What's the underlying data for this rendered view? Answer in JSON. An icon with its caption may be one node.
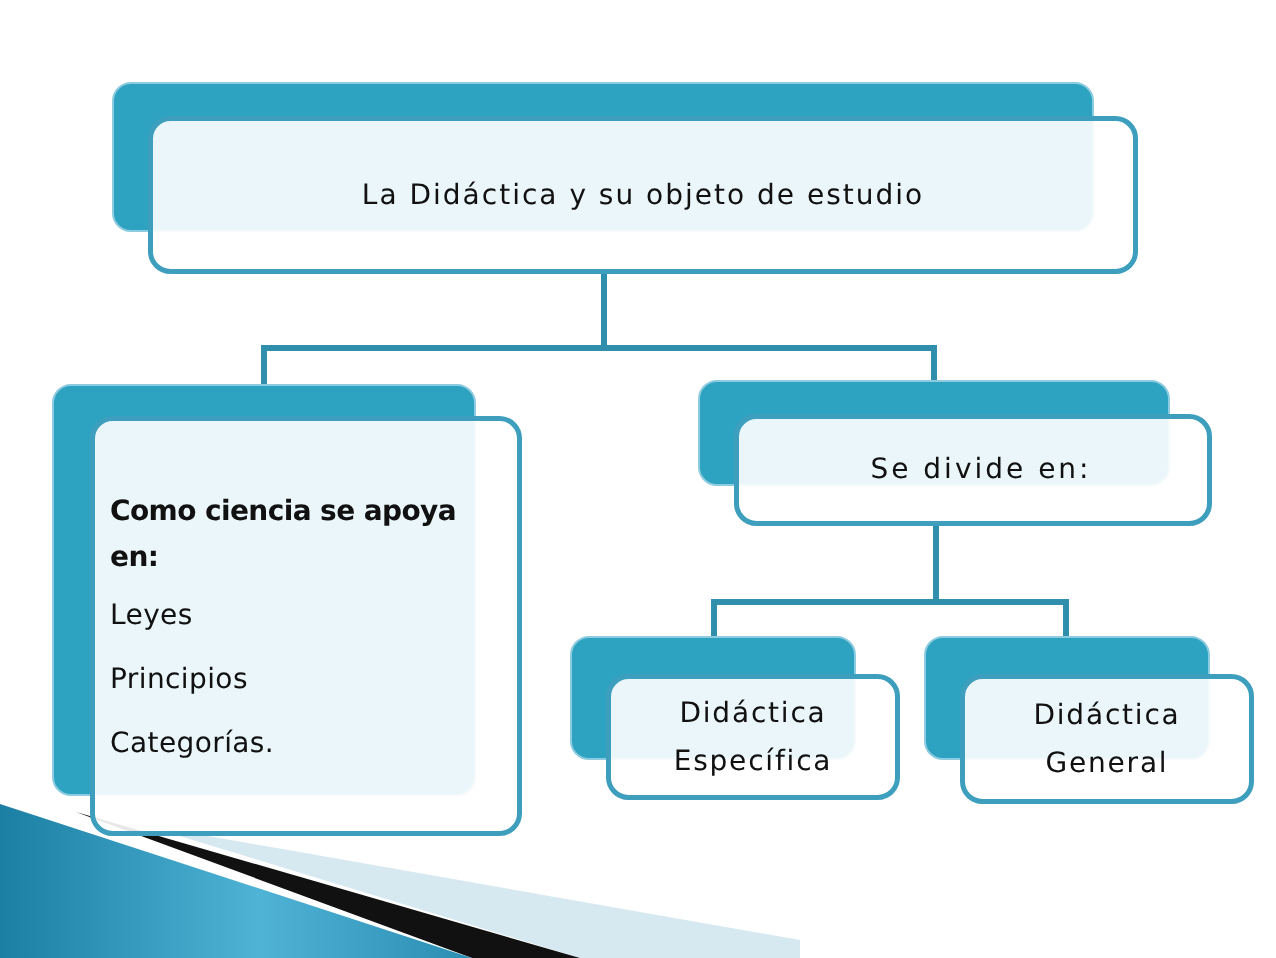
{
  "diagram": {
    "nodes": [
      {
        "text": [
          "La Didáctica y su objeto de estudio"
        ]
      },
      {
        "text": [
          "Como ciencia se apoya en:",
          "Leyes",
          "Principios",
          "Categorías."
        ]
      },
      {
        "text": [
          "Se divide en:"
        ]
      },
      {
        "text": [
          "Didáctica Específica"
        ]
      },
      {
        "text": [
          "Didáctica General"
        ]
      }
    ],
    "edges": [
      {
        "from": 0,
        "to": 1,
        "arrow": "none"
      },
      {
        "from": 0,
        "to": 2,
        "arrow": "none"
      },
      {
        "from": 2,
        "to": 3,
        "arrow": "none"
      },
      {
        "from": 2,
        "to": 4,
        "arrow": "none"
      }
    ]
  }
}
